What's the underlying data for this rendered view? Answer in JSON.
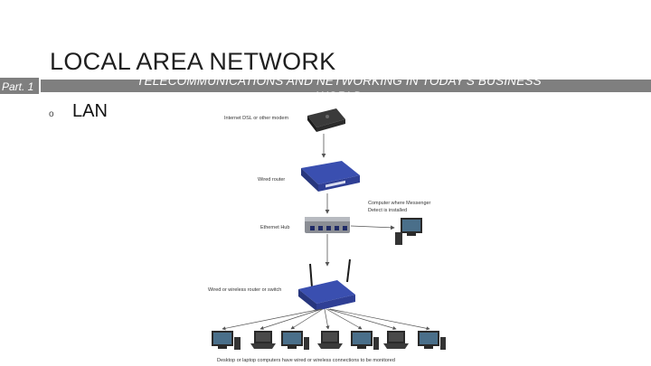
{
  "slide": {
    "title": "LOCAL AREA NETWORK",
    "part_label": "Part. 1",
    "subtitle": "TELECOMMUNICATIONS AND NETWORKING IN TODAY'S BUSINESS WORLD",
    "bullet_symbol": "o",
    "bullet_text": "LAN"
  },
  "diagram": {
    "labels": {
      "modem": "Internet DSL or other modem",
      "wired_router": "Wired router",
      "computer_messenger_line1": "Computer where Messenger",
      "computer_messenger_line2": "Detect is installed",
      "ethernet_hub": "Ethernet Hub",
      "wireless_router": "Wired or wireless router or switch",
      "bottom_caption": "Desktop or laptop computers have wired or wireless connections to be monitored"
    },
    "colors": {
      "router_blue": "#3a4fb0",
      "device_dark": "#2a2a2a",
      "hub_grey": "#8a8d94",
      "arrow": "#555555"
    }
  }
}
